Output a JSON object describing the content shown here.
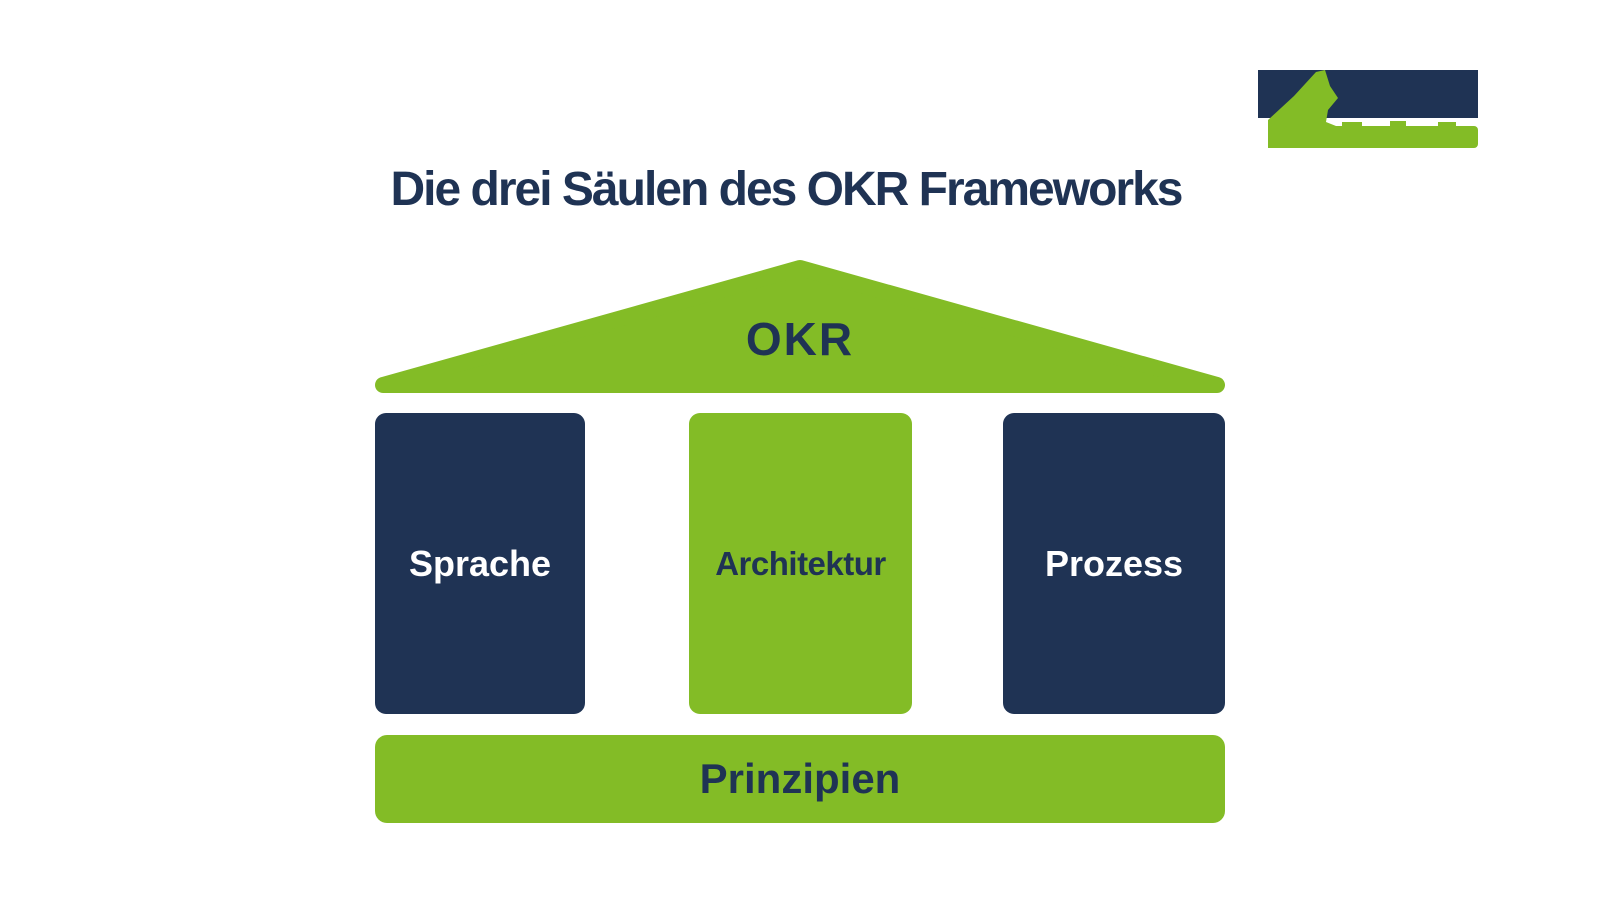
{
  "logo": {
    "icon": "company-logo",
    "description": "navy block with green zigzag emblem and green wordmark band"
  },
  "title": "Die drei Säulen des OKR Frameworks",
  "diagram": {
    "roof_label": "OKR",
    "pillars": [
      {
        "label": "Sprache",
        "color": "#1F3354",
        "text_color": "#FFFFFF"
      },
      {
        "label": "Architektur",
        "color": "#83BC26",
        "text_color": "#1F3354"
      },
      {
        "label": "Prozess",
        "color": "#1F3354",
        "text_color": "#FFFFFF"
      }
    ],
    "base_label": "Prinzipien"
  },
  "colors": {
    "navy": "#1F3354",
    "green": "#83BC26",
    "background": "#FFFFFF"
  }
}
